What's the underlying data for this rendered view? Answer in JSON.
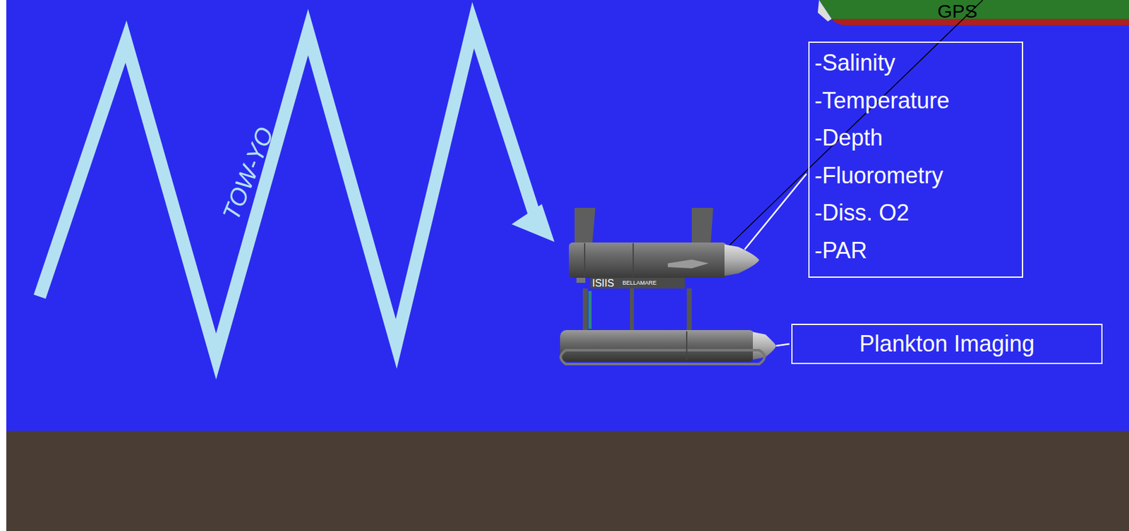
{
  "diagram": {
    "nodes": [
      {
        "text": [
          "-Salinity",
          "-Temperature",
          "-Depth",
          "-Fluorometry",
          "-Diss. O2",
          "-PAR"
        ]
      },
      {
        "text": [
          "Plankton Imaging"
        ]
      }
    ],
    "labels": [
      "TOW-YO",
      "ISIIS",
      "BELLAMARE",
      "GPS"
    ]
  }
}
